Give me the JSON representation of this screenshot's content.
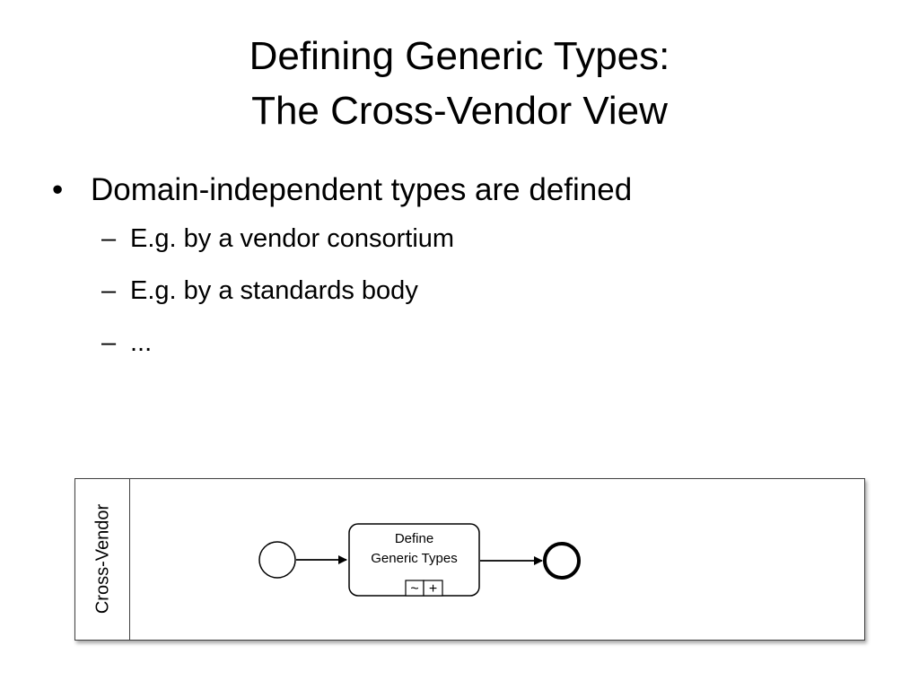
{
  "title": {
    "line1": "Defining Generic Types:",
    "line2": "The Cross-Vendor View"
  },
  "bullets": {
    "main": "Domain-independent types are defined",
    "subs": [
      "E.g. by a vendor consortium",
      "E.g. by a standards body",
      "..."
    ],
    "bullet_glyph": "•",
    "dash_glyph": "–"
  },
  "diagram": {
    "lane_label": "Cross-Vendor",
    "task": {
      "line1": "Define",
      "line2": "Generic Types",
      "markers": [
        "~",
        "+"
      ]
    }
  }
}
